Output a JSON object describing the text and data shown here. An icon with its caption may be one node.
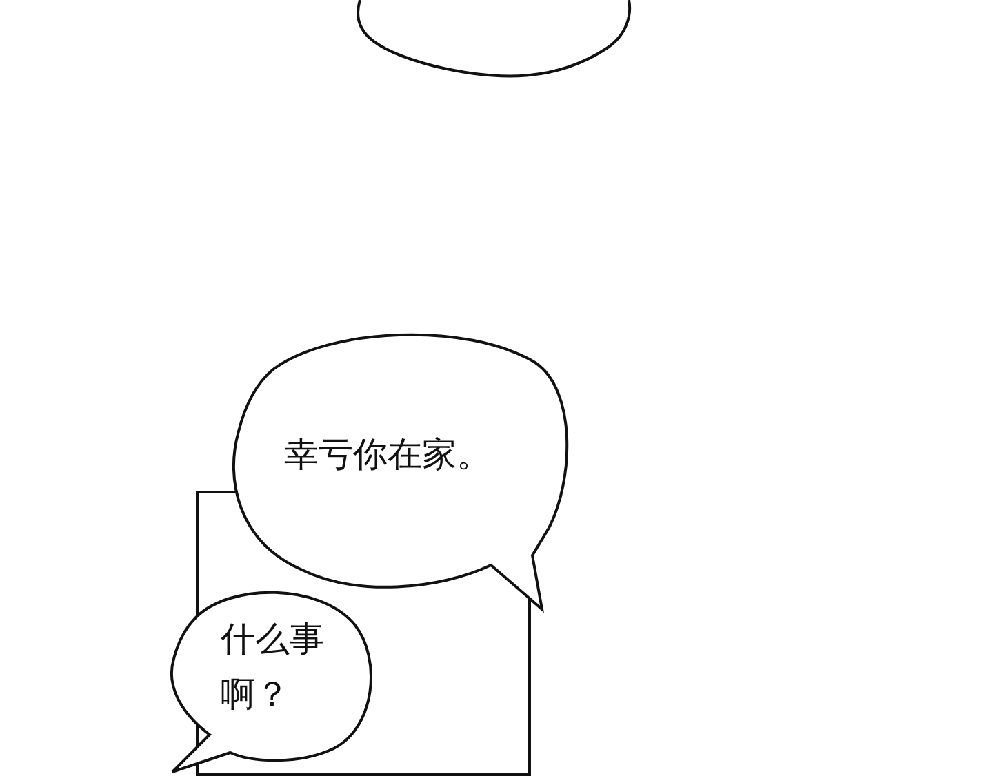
{
  "diagram": {
    "nodes": [
      {
        "text": [],
        "shape": "bubble"
      },
      {
        "text": [],
        "shape": "box"
      },
      {
        "text": [
          "幸亏你在家。"
        ]
      },
      {
        "text": [
          "什么事啊？"
        ]
      }
    ]
  }
}
